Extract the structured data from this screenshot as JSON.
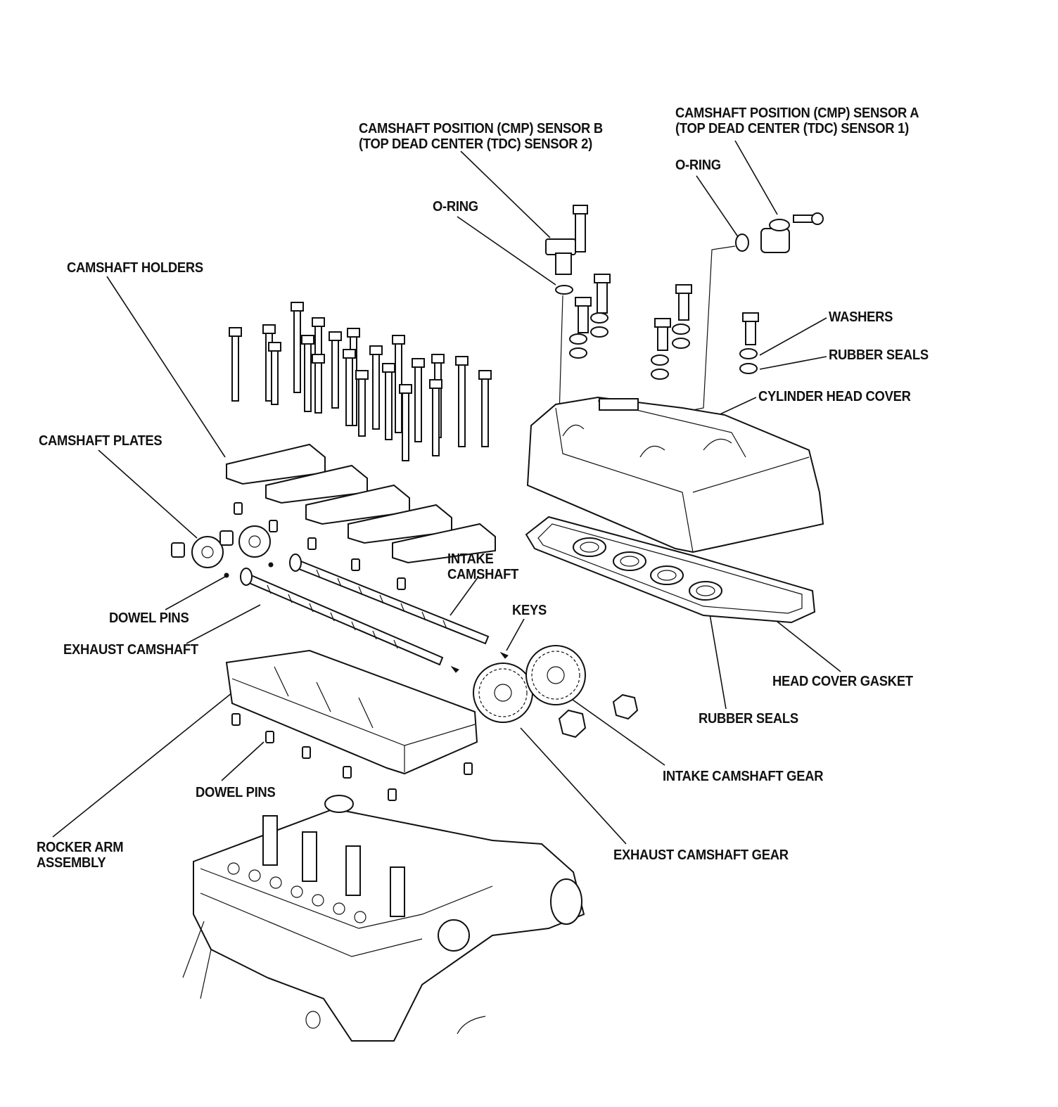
{
  "labels": {
    "cmp_sensor_a": [
      "CAMSHAFT POSITION (CMP) SENSOR A",
      "(TOP DEAD CENTER (TDC) SENSOR 1)"
    ],
    "cmp_sensor_b": [
      "CAMSHAFT POSITION (CMP) SENSOR B",
      "(TOP DEAD CENTER (TDC) SENSOR 2)"
    ],
    "o_ring_a": "O-RING",
    "o_ring_b": "O-RING",
    "camshaft_holders": "CAMSHAFT HOLDERS",
    "washers": "WASHERS",
    "rubber_seals_top": "RUBBER SEALS",
    "cylinder_head_cover": "CYLINDER HEAD COVER",
    "camshaft_plates": "CAMSHAFT PLATES",
    "intake_camshaft": [
      "INTAKE",
      "CAMSHAFT"
    ],
    "keys": "KEYS",
    "dowel_pins_upper": "DOWEL PINS",
    "exhaust_camshaft": "EXHAUST CAMSHAFT",
    "head_cover_gasket": "HEAD COVER GASKET",
    "rubber_seals_bottom": "RUBBER SEALS",
    "intake_camshaft_gear": "INTAKE CAMSHAFT GEAR",
    "dowel_pins_lower": "DOWEL PINS",
    "exhaust_camshaft_gear": "EXHAUST CAMSHAFT GEAR",
    "rocker_arm_assembly": [
      "ROCKER ARM",
      "ASSEMBLY"
    ]
  }
}
